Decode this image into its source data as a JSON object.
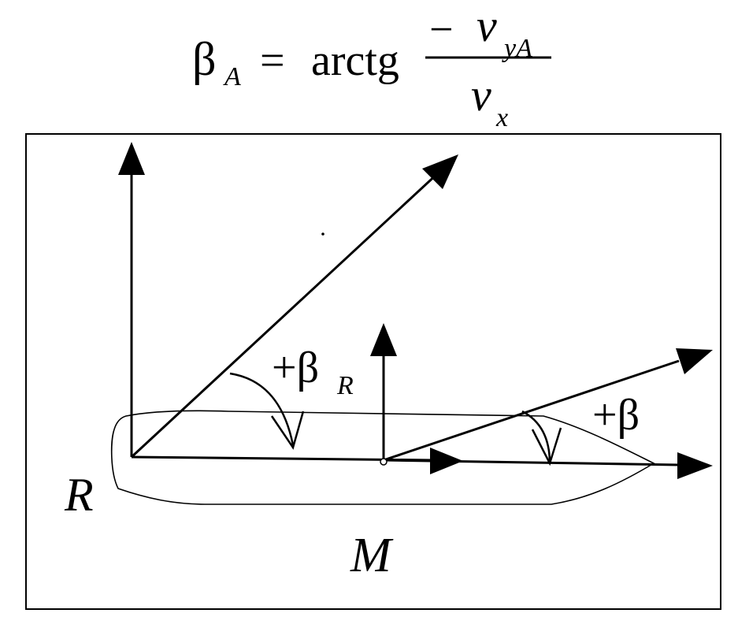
{
  "formula": {
    "beta": "β",
    "beta_subscript": "A",
    "equals": "=",
    "function": "arctg",
    "numerator_sign": "−",
    "numerator_var": "v",
    "numerator_subscript": "yA",
    "denominator_var": "v",
    "denominator_subscript": "x"
  },
  "labels": {
    "point_R": "R",
    "point_M": "M",
    "angle_beta_R_sign": "+β",
    "angle_beta_R_subscript": "R",
    "angle_beta": "+β"
  },
  "colors": {
    "ink": "#000000",
    "background": "#ffffff"
  }
}
